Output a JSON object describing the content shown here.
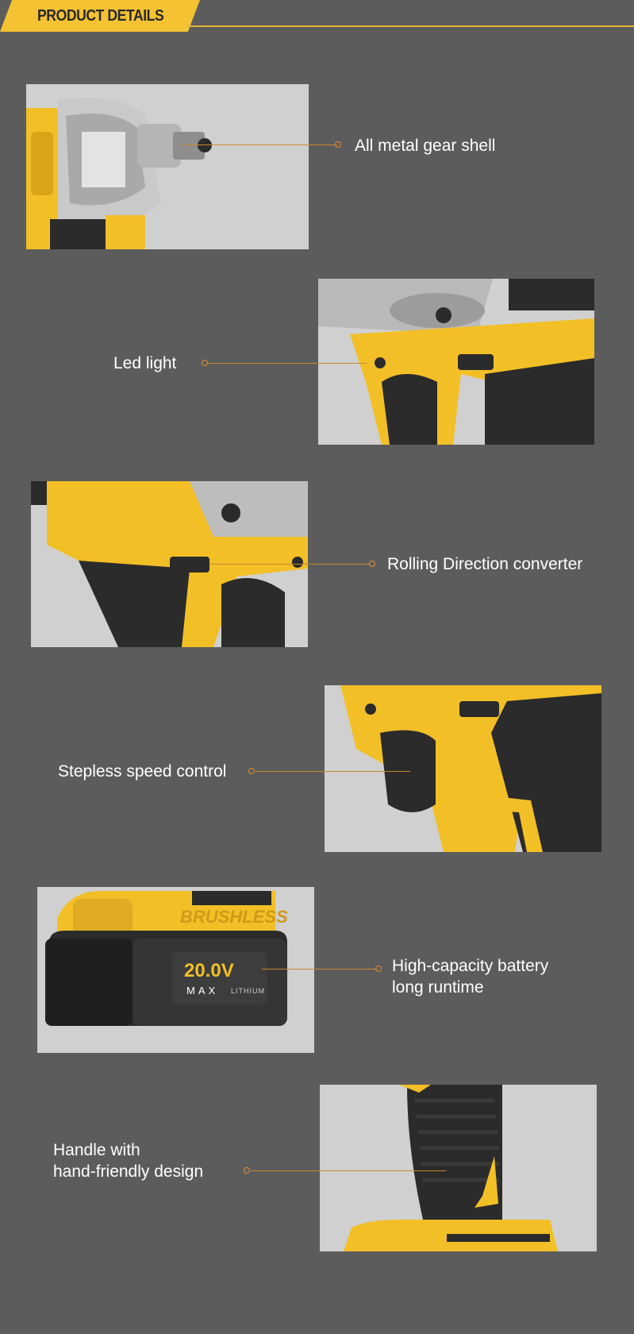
{
  "header": {
    "title": "PRODUCT DETAILS",
    "accent_color": "#f4c232",
    "line_color": "#e3b33b"
  },
  "features": [
    {
      "lines": [
        "All metal gear shell"
      ]
    },
    {
      "lines": [
        "Led light"
      ]
    },
    {
      "lines": [
        "Rolling Direction converter"
      ]
    },
    {
      "lines": [
        "Stepless speed control"
      ]
    },
    {
      "lines": [
        "High-capacity battery",
        "long runtime"
      ]
    },
    {
      "lines": [
        "Handle with",
        "hand-friendly design"
      ]
    }
  ],
  "photo_text": {
    "brushless": "BRUSHLESS",
    "voltage": "20.0V",
    "max": "MAX",
    "lithium": "LITHIUM"
  },
  "colors": {
    "background": "#5c5c5c",
    "photo_background": "#d0d0d0",
    "tool_yellow": "#f2bf27",
    "tool_black": "#2b2b2b",
    "leader": "#c8882e",
    "dot": "#e08a30"
  }
}
